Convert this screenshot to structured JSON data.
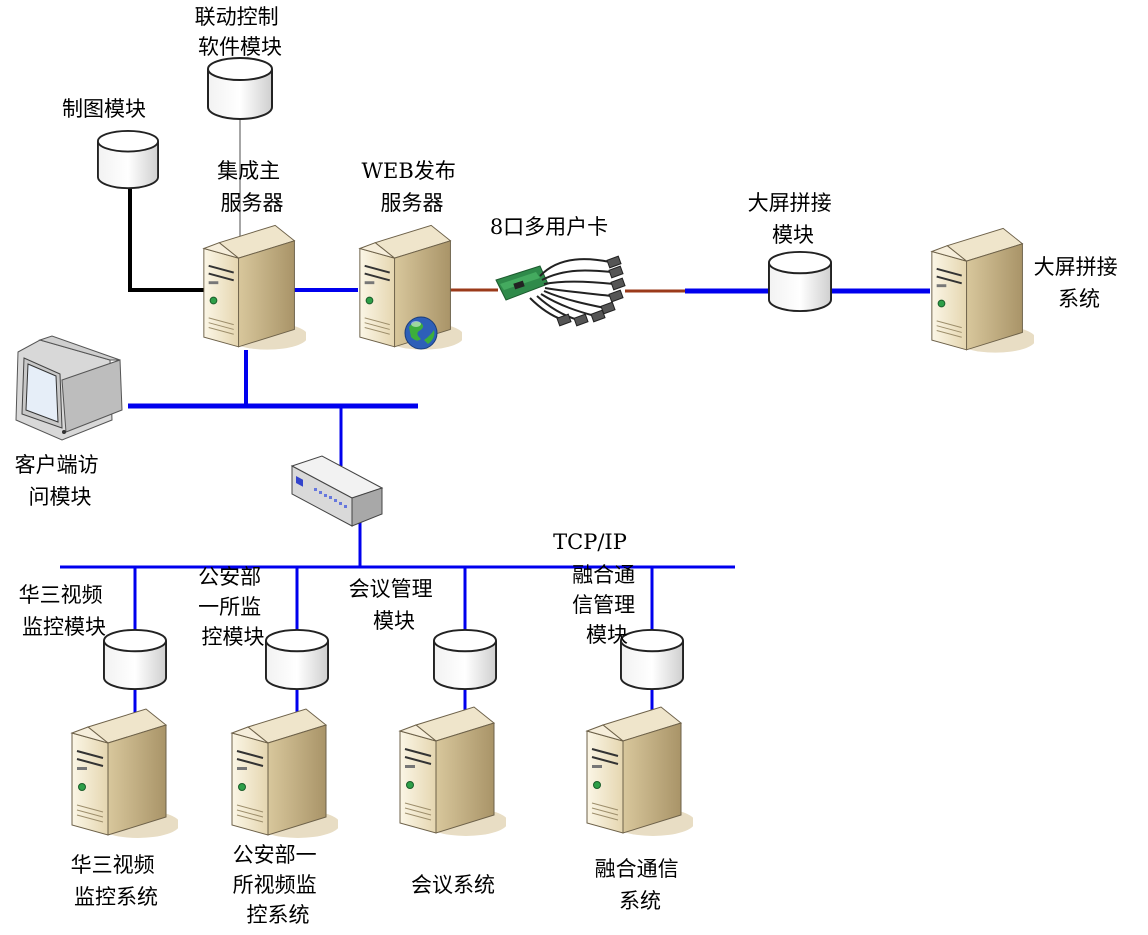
{
  "colors": {
    "network_line": "#0000ee",
    "black_line": "#000000",
    "serial_line": "#9b3a1a",
    "thin_line": "#777777",
    "server_face": "#f3ead2",
    "server_side": "#c9b78e",
    "shadow": "#e7dcc4"
  },
  "labels": {
    "linkage_module": [
      "联动控制",
      "软件模块"
    ],
    "drawing_module": "制图模块",
    "main_server": [
      "集成主",
      "服务器"
    ],
    "web_server": [
      "WEB发布",
      "服务器"
    ],
    "serial_card": "8口多用户卡",
    "bigscreen_module": [
      "大屏拼接",
      "模块"
    ],
    "bigscreen_system": [
      "大屏拼接",
      "系统"
    ],
    "client_module": [
      "客户端访",
      "问模块"
    ],
    "tcpip": "TCP/IP",
    "h3c_module": [
      "华三视频",
      "监控模块"
    ],
    "psb_module": [
      "公安部",
      "一所监",
      "控模块"
    ],
    "meeting_module": [
      "会议管理",
      "模块"
    ],
    "comm_module": [
      "融合通",
      "信管理",
      "模块"
    ],
    "h3c_system": [
      "华三视频",
      "监控系统"
    ],
    "psb_system": [
      "公安部一",
      "所视频监",
      "控系统"
    ],
    "meeting_system": "会议系统",
    "comm_system": [
      "融合通信",
      "系统"
    ]
  },
  "icons": {
    "server": "tower-server-icon",
    "web_server": "web-server-icon",
    "module": "database-cylinder-icon",
    "client": "crt-monitor-icon",
    "switch": "network-switch-icon",
    "card": "multiport-serial-card-icon"
  }
}
